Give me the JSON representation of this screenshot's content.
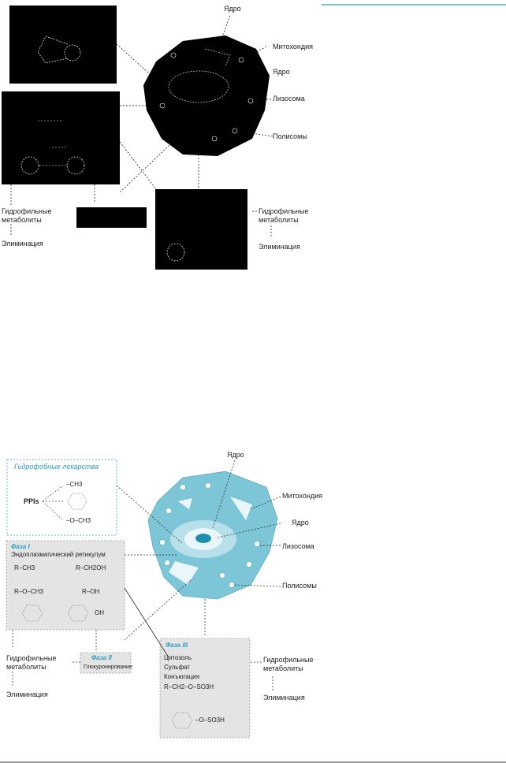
{
  "top_diagram": {
    "labels": {
      "nucleus_top": "Ядро",
      "mitochondria": "Митохондия",
      "nucleus_right": "Ядро",
      "lysosome": "Лизосома",
      "polysomes": "Полисомы",
      "hydrophilic_left": "Гидрофильные",
      "metabolites_left": "метаболиты",
      "elimination_left": "Элиминация",
      "hydrophilic_right": "Гидрофильные",
      "metabolites_right": "метаболиты",
      "elimination_right": "Элиминация"
    }
  },
  "bottom_diagram": {
    "hydrophobic_box": {
      "title": "Гидрофобные лекарства",
      "drug": "PPIs",
      "groups": [
        "–CH3",
        "–O–CH3"
      ]
    },
    "phase1": {
      "title": "Фаза I",
      "subtitle": "Эндоплазматический ретикулум",
      "reactions": [
        {
          "from": "R–CH3",
          "to": "R–CH2OH"
        },
        {
          "from": "R–O–CH3",
          "to": "R–OH"
        }
      ],
      "ring_product": "OH"
    },
    "phase2": {
      "title": "Фаза II",
      "subtitle": "Глюкуронирование"
    },
    "phase3": {
      "title": "Фаза III",
      "lines": [
        "Цитозоль",
        "Сульфат",
        "Конъюгация"
      ],
      "formula1": "R–CH2–O–SO3H",
      "formula2": "–O–SO3H"
    },
    "labels": {
      "nucleus_top": "Ядро",
      "mitochondria": "Митохондия",
      "nucleus_right": "Ядро",
      "lysosome": "Лизосома",
      "polysomes": "Полисомы",
      "hydrophilic_left": "Гидрофильные",
      "metabolites_left": "метаболиты",
      "elimination_left": "Элиминация",
      "hydrophilic_right": "Гидрофильные",
      "metabolites_right": "метаболиты",
      "elimination_right": "Элиминация"
    }
  },
  "colors": {
    "accent": "#2a9fbf",
    "cell_fill": "#7cc6d8",
    "phase_fill": "#e4e4e4"
  }
}
